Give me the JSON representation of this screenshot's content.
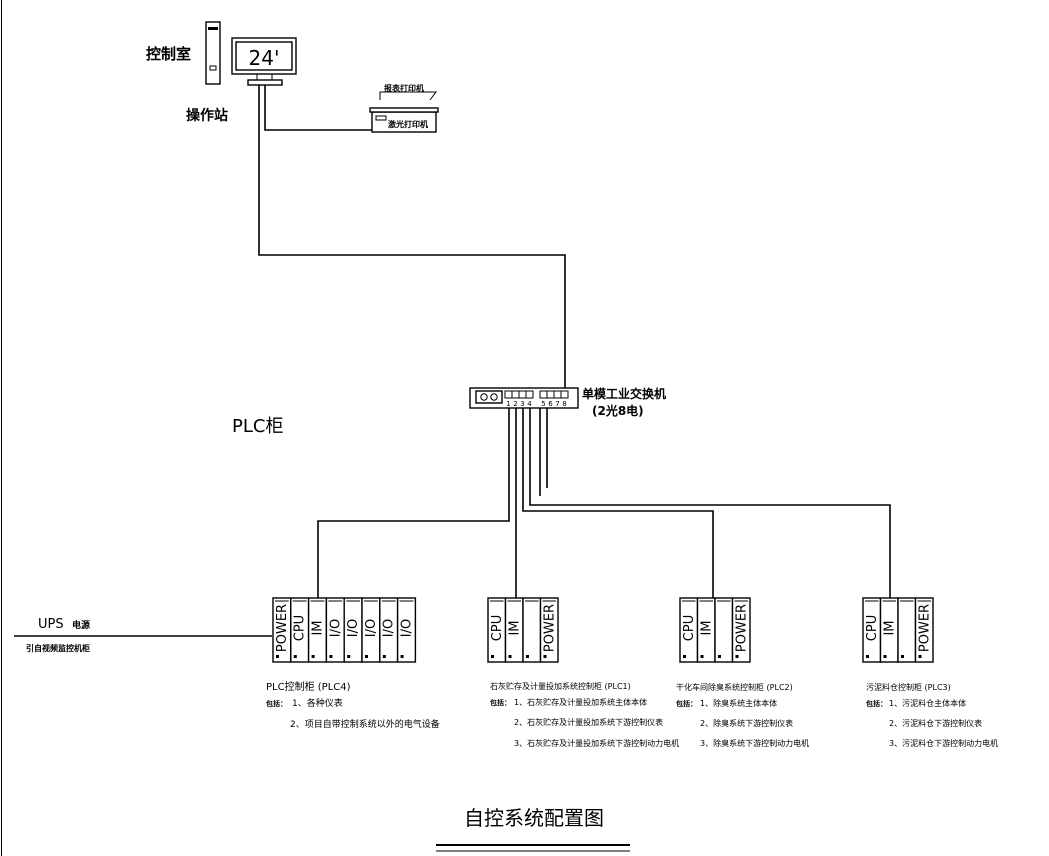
{
  "control_room": {
    "label": "控制室",
    "station_label": "操作站",
    "monitor_size": "24'"
  },
  "printers": {
    "report_printer": "报表打印机",
    "laser_printer": "激光打印机"
  },
  "switch": {
    "title": "单模工业交换机",
    "subtitle": "(2光8电)",
    "ports": [
      "1",
      "2",
      "3",
      "4",
      "5",
      "6",
      "7",
      "8"
    ]
  },
  "plc_cabinet_label": "PLC柜",
  "ups": {
    "label": "UPS",
    "suffix": "电源",
    "source": "引自视频监控机柜"
  },
  "plc_racks": [
    {
      "modules": [
        "POWER",
        "CPU",
        "IM",
        "I/O",
        "I/O",
        "I/O",
        "I/O",
        "I/O"
      ],
      "caption": "PLC控制柜 (PLC4)",
      "include_label": "包括：",
      "items": [
        "1、各种仪表",
        "2、项目自带控制系统以外的电气设备"
      ]
    },
    {
      "modules": [
        "CPU",
        "IM",
        "",
        "POWER"
      ],
      "caption": "石灰贮存及计量投加系统控制柜 (PLC1)",
      "include_label": "包括：",
      "items": [
        "1、石灰贮存及计量投加系统主体本体",
        "2、石灰贮存及计量投加系统下游控制仪表",
        "3、石灰贮存及计量投加系统下游控制动力电机"
      ]
    },
    {
      "modules": [
        "CPU",
        "IM",
        "",
        "POWER"
      ],
      "caption": "干化车间除臭系统控制柜 (PLC2)",
      "include_label": "包括：",
      "items": [
        "1、除臭系统主体本体",
        "2、除臭系统下游控制仪表",
        "3、除臭系统下游控制动力电机"
      ]
    },
    {
      "modules": [
        "CPU",
        "IM",
        "",
        "POWER"
      ],
      "caption": "污泥料仓控制柜 (PLC3)",
      "include_label": "包括：",
      "items": [
        "1、污泥料仓主体本体",
        "2、污泥料仓下游控制仪表",
        "3、污泥料仓下游控制动力电机"
      ]
    }
  ],
  "title": "自控系统配置图"
}
